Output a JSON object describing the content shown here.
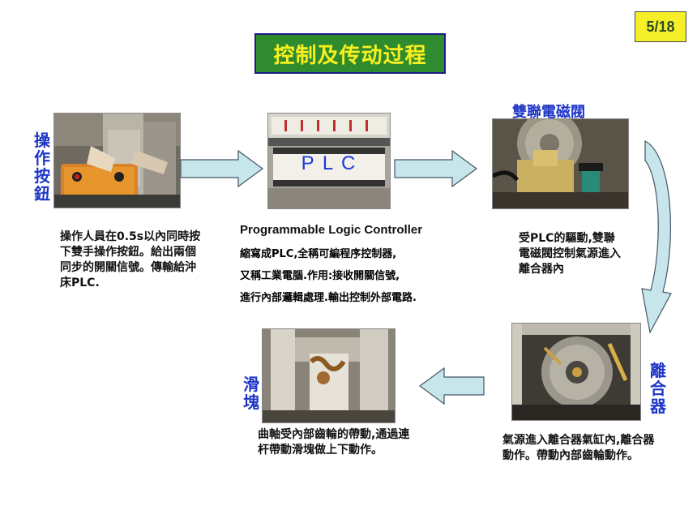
{
  "page_number": "5/18",
  "title": "控制及传动过程",
  "labels": {
    "button": "操作按鈕",
    "valve": "雙聯電磁閥",
    "clutch": "離合器",
    "slider": "滑塊"
  },
  "plc_photo_text": "P L C",
  "descriptions": {
    "button": "操作人員在0.5s以內同時按下雙手操作按鈕。給出兩個同步的開關信號。傳輸給沖床PLC.",
    "plc_heading": "Programmable Logic Controller",
    "plc_lines": [
      "縮寫成PLC,全稱可編程序控制器,",
      "又稱工業電腦.作用:接收開關信號,",
      "進行內部邏輯處理.輸出控制外部電路."
    ],
    "valve": "受PLC的驅動,雙聯電磁閥控制氣源進入離合器內",
    "clutch": "氣源進入離合器氣缸內,離合器動作。帶動內部齒輪動作。",
    "slider": "曲軸受內部齒輪的帶動,通過連杆帶動滑塊做上下動作。"
  },
  "colors": {
    "title_bg": "#2e8b2e",
    "title_fg": "#f8f020",
    "badge_bg": "#f5ef28",
    "label_blue": "#1e36c8",
    "arrow_fill": "#c7e6ec"
  }
}
